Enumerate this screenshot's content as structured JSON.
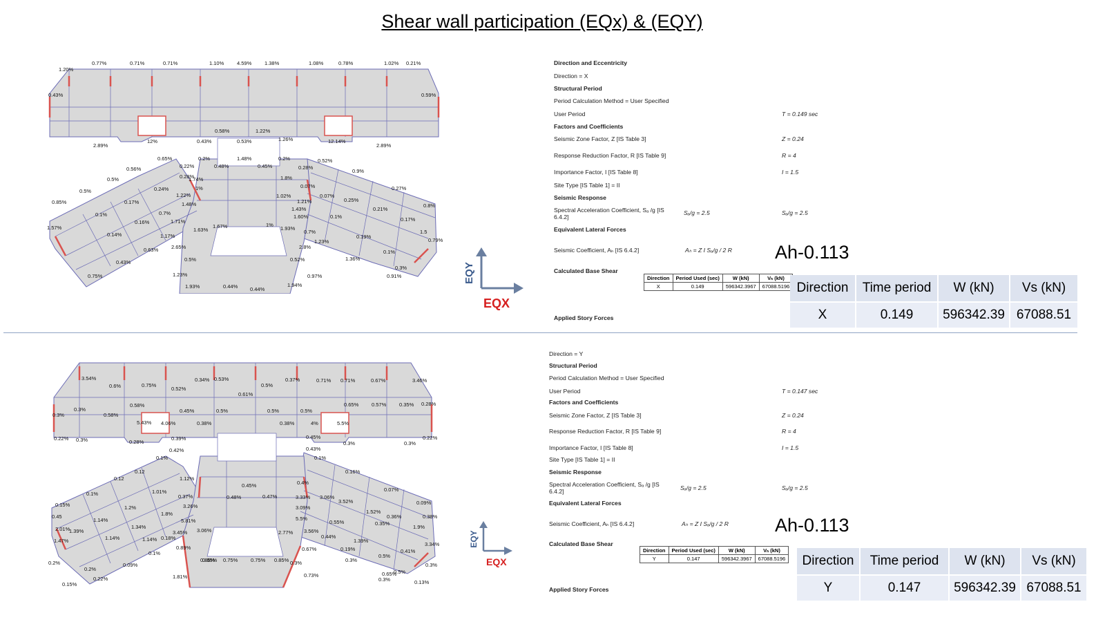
{
  "title": "Shear wall participation (EQx) & (EQY)",
  "axis": {
    "y_label": "EQY",
    "x_label": "EQX",
    "y_color": "#3a5a8c",
    "x_color": "#d62020"
  },
  "plan_top": {
    "labels": [
      "1.20%",
      "0.77%",
      "0.71%",
      "0.71%",
      "1.10%",
      "4.59%",
      "1.38%",
      "1.08%",
      "0.78%",
      "1.02%",
      "0.21%",
      "0.43%",
      "0.59%",
      "2.89%",
      "12%",
      "0.43%",
      "0.58%",
      "0.53%",
      "1.22%",
      "1.26%",
      "12.14%",
      "2.89%",
      "0.65%",
      "0.2%",
      "0.48%",
      "1.48%",
      "0.45%",
      "0.2%",
      "0.22%",
      "0.28%",
      "0.52%",
      "0.9%",
      "0.56%",
      "0.28%",
      "1.74%",
      "1.8%",
      "0.07%",
      "0.27%",
      "0.5%",
      "0.5%",
      "0.24%",
      "1%",
      "1.02%",
      "1.21%",
      "0.07%",
      "0.25%",
      "0.85%",
      "0.17%",
      "1.22%",
      "1.48%",
      "1.43%",
      "0.8%",
      "0.1%",
      "0.16%",
      "0.7%",
      "1.71%",
      "1.60%",
      "0.1%",
      "0.21%",
      "0.17%",
      "1.57%",
      "0.14%",
      "1.17%",
      "1.63%",
      "1.67%",
      "1%",
      "1.93%",
      "0.19%",
      "1.5",
      "0.79%",
      "2.65%",
      "0.63%",
      "0.7%",
      "1.23%",
      "0.43%",
      "0.5%",
      "2.8%",
      "0.1%",
      "1.36%",
      "0.52%",
      "0.3%",
      "0.75%",
      "1.23%",
      "1.93%",
      "0.44%",
      "0.44%",
      "1.94%",
      "0.97%",
      "0.91%"
    ]
  },
  "plan_bottom": {
    "labels": [
      "3.54%",
      "0.6%",
      "0.75%",
      "0.52%",
      "0.34%",
      "0.53%",
      "0.5%",
      "0.37%",
      "0.71%",
      "0.71%",
      "0.67%",
      "3.46%",
      "0.61%",
      "0.58%",
      "0.45%",
      "0.5%",
      "0.5%",
      "0.5%",
      "0.65%",
      "0.57%",
      "0.35%",
      "0.28%",
      "0.3%",
      "0.3%",
      "0.58%",
      "5.43%",
      "4.06%",
      "0.38%",
      "0.38%",
      "4%",
      "5.5%",
      "0.22%",
      "0.3%",
      "0.28%",
      "0.39%",
      "0.45%",
      "0.3%",
      "0.3%",
      "0.22%",
      "0.42%",
      "0.43%",
      "0.1%",
      "0.1%",
      "0.16%",
      "0.12",
      "0.12",
      "1.12%",
      "0.45%",
      "0.4%",
      "0.07%",
      "0.15%",
      "0.1%",
      "1.01%",
      "0.37%",
      "0.48%",
      "0.47%",
      "3.33%",
      "3.06%",
      "3.52%",
      "0.09%",
      "0.45",
      "1.14%",
      "1.2%",
      "3.26%",
      "3.09%",
      "1.52%",
      "0.36%",
      "0.38%",
      "2.01%",
      "1.39%",
      "1.14%",
      "1.8%",
      "5.81%",
      "5.5%",
      "0.55%",
      "0.35%",
      "1.9%",
      "1.47%",
      "1.34%",
      "1.14%",
      "0.18%",
      "3.45%",
      "3.06%",
      "2.77%",
      "3.56%",
      "0.44%",
      "1.39%",
      "3.34%",
      "0.2%",
      "0.1%",
      "0.89%",
      "0.85%",
      "0.19%",
      "0.41%",
      "0.2%",
      "0.5%",
      "0.3%",
      "0.85%",
      "0.75%",
      "0.75%",
      "0.85%",
      "0.3%",
      "0.67%",
      "0.5%",
      "0.65%",
      "0.3%",
      "0.15%",
      "0.22%",
      "0.09%",
      "1.81%",
      "0.73%",
      "0.3%",
      "0.13%"
    ]
  },
  "report_top": {
    "rows": [
      {
        "text": "Direction and Eccentricity",
        "bold": true
      },
      {
        "text": "Direction = X",
        "bold": false
      },
      {
        "text": "Structural Period",
        "bold": true
      },
      {
        "text": "Period Calculation Method = User Specified",
        "bold": false
      },
      {
        "text": "User Period",
        "bold": false,
        "value": "T = 0.149 sec"
      },
      {
        "text": "Factors and Coefficients",
        "bold": true
      },
      {
        "text": "Seismic Zone Factor, Z [IS Table 3]",
        "bold": false,
        "value": "Z = 0.24"
      },
      {
        "text": "Response Reduction Factor, R [IS Table 9]",
        "bold": false,
        "value": "R = 4"
      },
      {
        "text": "Importance Factor, I [IS Table 8]",
        "bold": false,
        "value": "I = 1.5"
      },
      {
        "text": "Site Type [IS Table 1] = II",
        "bold": false
      },
      {
        "text": "Seismic Response",
        "bold": true
      },
      {
        "text": "Spectral Acceleration Coefficient, Sₐ /g [IS 6.4.2]",
        "bold": false,
        "value": "Sₐ/g = 2.5"
      },
      {
        "text": "Equivalent Lateral Forces",
        "bold": true
      },
      {
        "text": "Seismic Coefficient, Aₕ [IS 6.4.2]",
        "bold": false
      },
      {
        "text": "Calculated Base Shear",
        "bold": true
      },
      {
        "text": "Applied Story Forces",
        "bold": true
      }
    ],
    "inline_formula": "Sₐ/g = 2.5",
    "ah_formula": "Aₕ = Z I Sₐ/g / 2 R",
    "ah": "Ah-0.113",
    "mini_table": {
      "headers": [
        "Direction",
        "Period Used (sec)",
        "W (kN)",
        "Vₕ (kN)"
      ],
      "row": [
        "X",
        "0.149",
        "596342.3967",
        "67088.5196"
      ]
    },
    "big_table": {
      "headers": [
        "Direction",
        "Time period",
        "W (kN)",
        "Vs  (kN)"
      ],
      "row": [
        "X",
        "0.149",
        "596342.39",
        "67088.51"
      ]
    }
  },
  "report_bottom": {
    "rows": [
      {
        "text": "Direction = Y",
        "bold": false
      },
      {
        "text": "Structural Period",
        "bold": true
      },
      {
        "text": "Period Calculation Method = User Specified",
        "bold": false
      },
      {
        "text": "User Period",
        "bold": false,
        "value": "T = 0.147 sec"
      },
      {
        "text": "Factors and Coefficients",
        "bold": true
      },
      {
        "text": "Seismic Zone Factor, Z [IS Table 3]",
        "bold": false,
        "value": "Z = 0.24"
      },
      {
        "text": "Response Reduction Factor, R [IS Table 9]",
        "bold": false,
        "value": "R = 4"
      },
      {
        "text": "Importance Factor, I [IS Table 8]",
        "bold": false,
        "value": "I = 1.5"
      },
      {
        "text": "Site Type [IS Table 1] = II",
        "bold": false
      },
      {
        "text": "Seismic Response",
        "bold": true
      },
      {
        "text": "Spectral Acceleration Coefficient, Sₐ /g [IS 6.4.2]",
        "bold": false,
        "value": "Sₐ/g = 2.5"
      },
      {
        "text": "Equivalent Lateral Forces",
        "bold": true
      },
      {
        "text": "Seismic Coefficient, Aₕ [IS 6.4.2]",
        "bold": false
      },
      {
        "text": "Calculated Base Shear",
        "bold": true
      },
      {
        "text": "Applied Story Forces",
        "bold": true
      }
    ],
    "inline_formula": "Sₐ/g = 2.5",
    "ah_formula": "Aₕ = Z I Sₐ/g / 2 R",
    "ah": "Ah-0.113",
    "mini_table": {
      "headers": [
        "Direction",
        "Period Used (sec)",
        "W (kN)",
        "Vₕ (kN)"
      ],
      "row": [
        "Y",
        "0.147",
        "596342.3967",
        "67088.5196"
      ]
    },
    "big_table": {
      "headers": [
        "Direction",
        "Time period",
        "W (kN)",
        "Vs  (kN)"
      ],
      "row": [
        "Y",
        "0.147",
        "596342.39",
        "67088.51"
      ]
    }
  }
}
